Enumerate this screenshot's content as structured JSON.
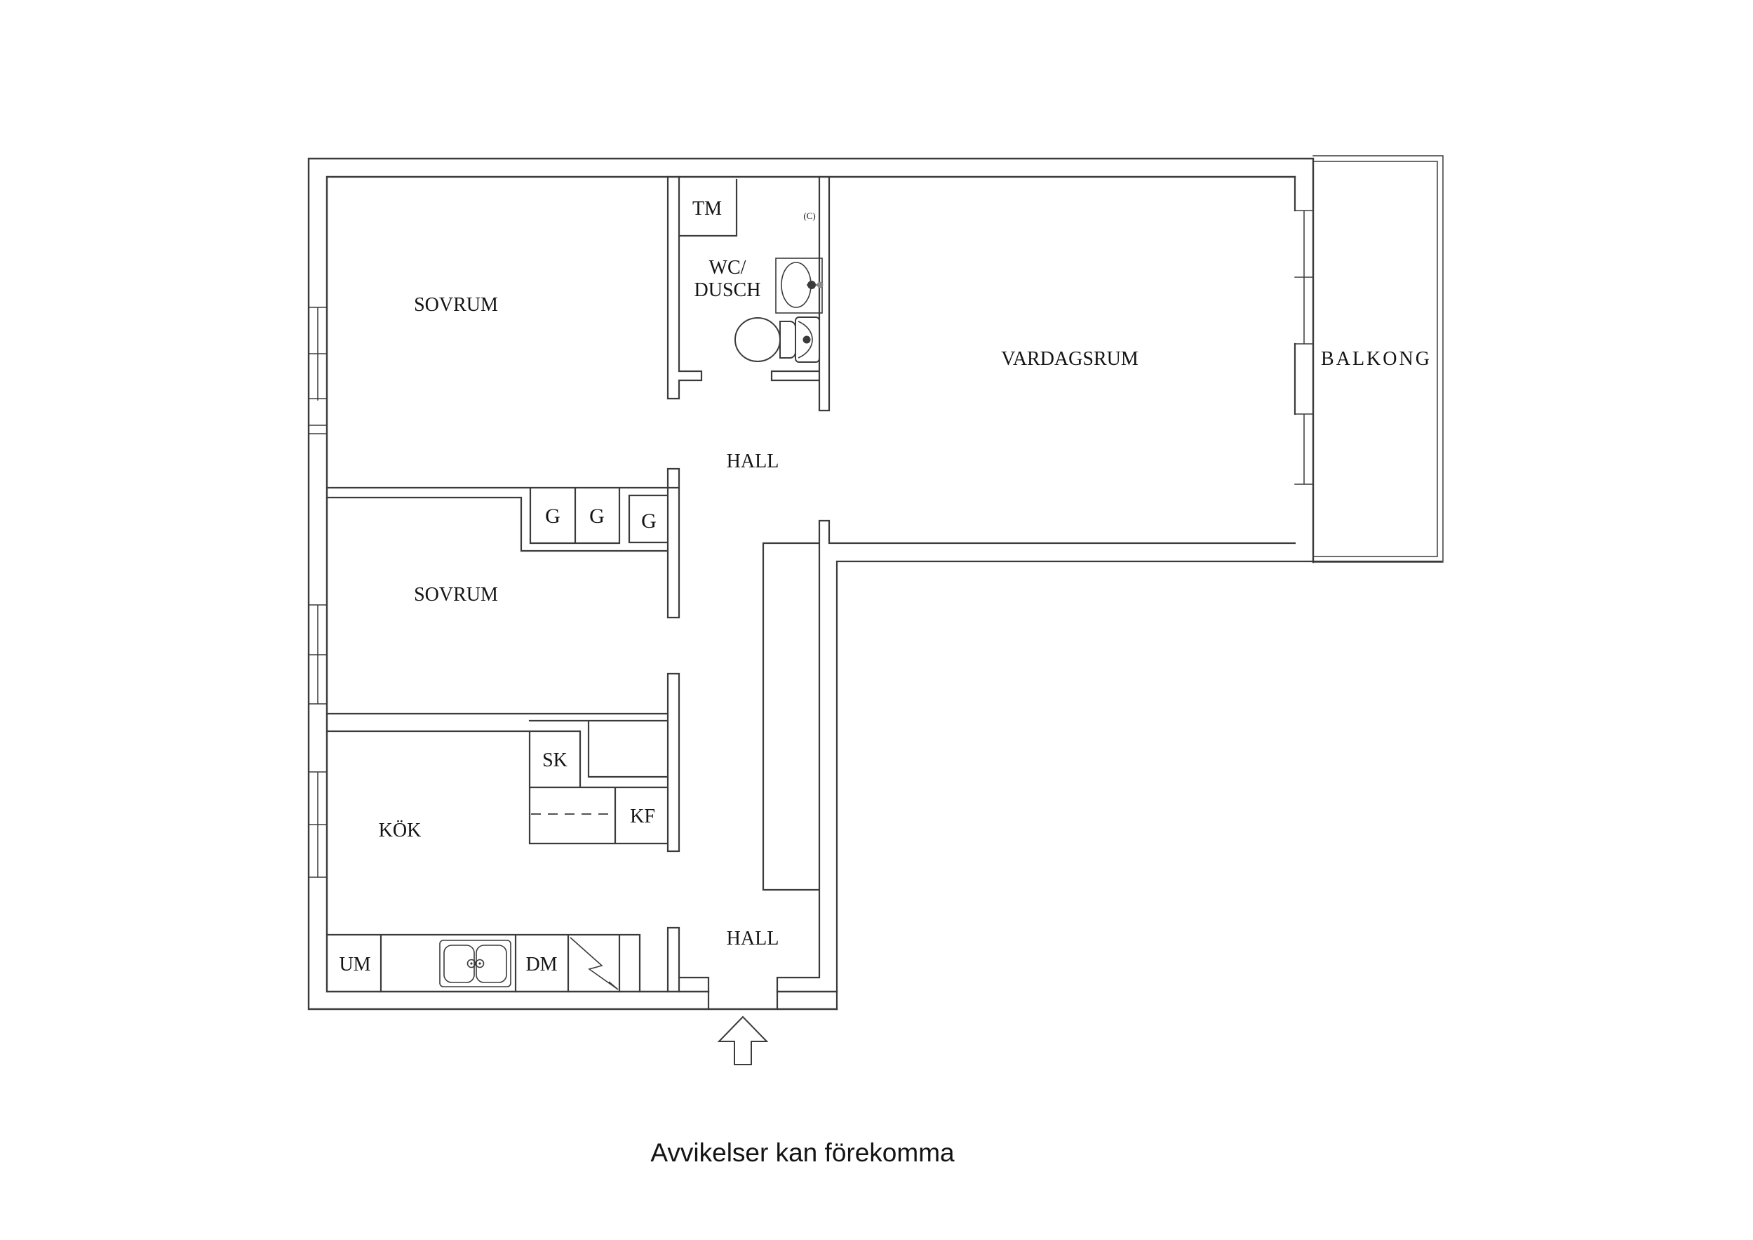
{
  "plan": {
    "rooms": {
      "sovrum1": {
        "label": "SOVRUM"
      },
      "sovrum2": {
        "label": "SOVRUM"
      },
      "vardagsrum": {
        "label": "VARDAGSRUM"
      },
      "balkong": {
        "label": "BALKONG"
      },
      "hall_upper": {
        "label": "HALL"
      },
      "hall_lower": {
        "label": "HALL"
      },
      "kok": {
        "label": "KÖK"
      },
      "wc": {
        "line1": "WC/",
        "line2": "DUSCH"
      }
    },
    "closets": {
      "tm": {
        "label": "TM"
      },
      "g1": {
        "label": "G"
      },
      "g2": {
        "label": "G"
      },
      "g3": {
        "label": "G"
      },
      "sk": {
        "label": "SK"
      },
      "kf": {
        "label": "KF"
      }
    },
    "appliances": {
      "um": {
        "label": "UM"
      },
      "dm": {
        "label": "DM"
      }
    },
    "marks": {
      "c_mark": "(C)"
    }
  },
  "footer": {
    "disclaimer": "Avvikelser kan förekomma"
  },
  "colors": {
    "line": "#3b3b3b",
    "text": "#141414",
    "bg": "#ffffff"
  }
}
